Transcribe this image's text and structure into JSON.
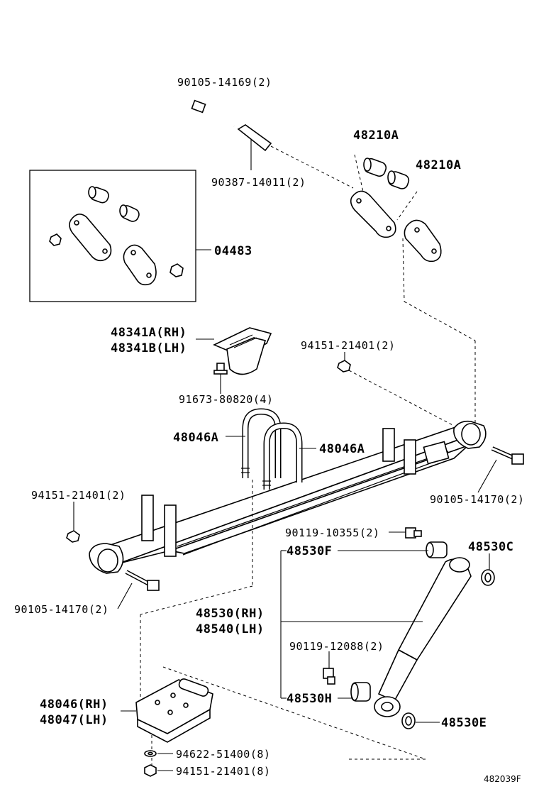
{
  "labels": {
    "p90105_14169": "90105-14169(2)",
    "p90387_14011": "90387-14011(2)",
    "p48210a_top": "48210A",
    "p48210a_right": "48210A",
    "p04483": "04483",
    "p48341a": "48341A(RH)",
    "p48341b": "48341B(LH)",
    "p91673_80820": "91673-80820(4)",
    "p94151_21401_top": "94151-21401(2)",
    "p48046a_left": "48046A",
    "p48046a_right": "48046A",
    "p94151_21401_left": "94151-21401(2)",
    "p90105_14170_right": "90105-14170(2)",
    "p90119_10355": "90119-10355(2)",
    "p48530f": "48530F",
    "p48530c": "48530C",
    "p90105_14170_left": "90105-14170(2)",
    "p48530": "48530(RH)",
    "p48540": "48540(LH)",
    "p90119_12088": "90119-12088(2)",
    "p48046": "48046(RH)",
    "p48047": "48047(LH)",
    "p48530h": "48530H",
    "p48530e": "48530E",
    "p94622_51400": "94622-51400(8)",
    "p94151_21401_bottom": "94151-21401(8)",
    "figure_id": "482039F"
  },
  "icons": [
    "bolt-icon",
    "bushing-icon",
    "shackle-icon",
    "nut-icon",
    "u-bolt-icon",
    "leaf-spring-icon",
    "shock-absorber-icon",
    "spring-seat-icon",
    "bumper-stopper-icon",
    "washer-icon"
  ]
}
